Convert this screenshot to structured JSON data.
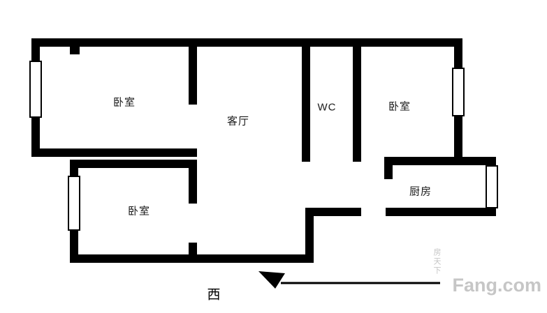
{
  "floor_plan": {
    "rooms": {
      "bedroom_top_left": "卧室",
      "living_room": "客厅",
      "wc": "WC",
      "bedroom_top_right": "卧室",
      "kitchen": "厨房",
      "bedroom_bottom_left": "卧室"
    },
    "compass": {
      "label": "西"
    }
  },
  "watermark": {
    "site_name_cn": "房天下",
    "site_name_en": "Fang.com"
  },
  "colors": {
    "wall": "#000000",
    "background": "#ffffff",
    "label": "#1a1a1a",
    "watermark": "#c6c6c6"
  }
}
